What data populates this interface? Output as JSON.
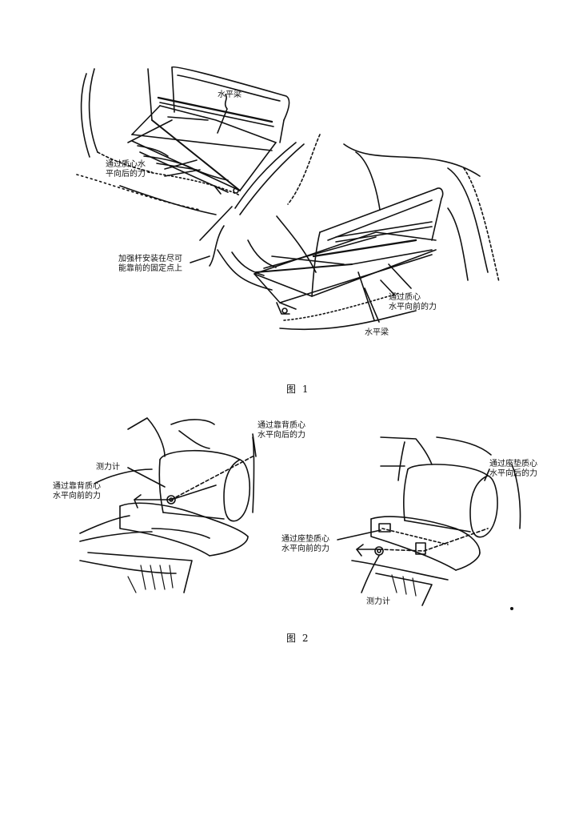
{
  "figure1": {
    "labels": {
      "beam_top": "水平梁",
      "force_rear": "通过质心水\n平向后的力",
      "brace_note": "加强杆安装在尽可\n能靠前的固定点上",
      "force_front": "通过质心\n水平向前的力",
      "beam_bottom": "水平梁"
    },
    "caption": "图 1"
  },
  "figure2": {
    "left": {
      "force_top": "通过靠背质心\n水平向后的力",
      "gauge": "测力计",
      "force_left": "通过靠背质心\n水平向前的力"
    },
    "right": {
      "force_top": "通过座垫质心\n水平向后的力",
      "force_left": "通过座垫质心\n水平向前的力",
      "gauge": "测力计"
    },
    "caption": "图 2"
  }
}
